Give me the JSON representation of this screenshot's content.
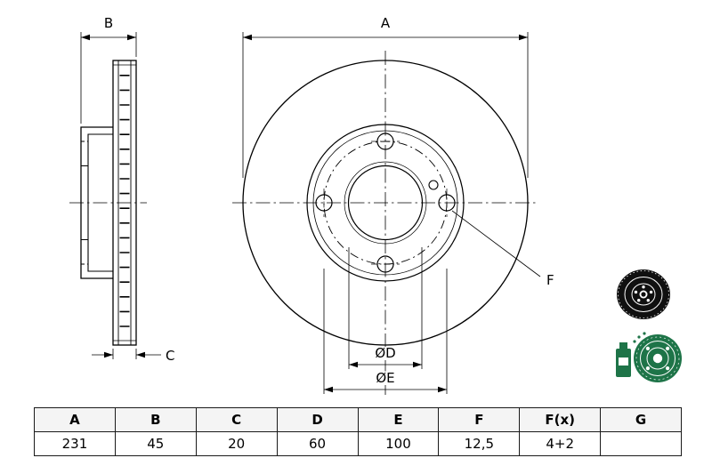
{
  "drawing": {
    "labels": {
      "a": "A",
      "b": "B",
      "c": "C",
      "d": "ØD",
      "e": "ØE",
      "f": "F"
    }
  },
  "icons": {
    "top_right": "brake-disc-3d-icon",
    "bottom_right_disc": "brake-disc-front-icon",
    "bottom_right_can": "spray-can-icon"
  },
  "colors": {
    "line": "#000000",
    "icon_black": "#101010",
    "icon_green": "#1e7448",
    "table_border": "#1a1a1a",
    "table_header_bg": "#f4f4f4"
  },
  "table": {
    "headers": [
      "A",
      "B",
      "C",
      "D",
      "E",
      "F",
      "F(x)",
      "G"
    ],
    "values": [
      "231",
      "45",
      "20",
      "60",
      "100",
      "12,5",
      "4+2",
      ""
    ]
  }
}
